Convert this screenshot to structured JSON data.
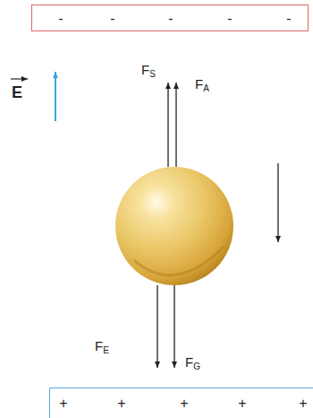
{
  "diagram": {
    "nodes": [
      {
        "text": [
          "-",
          "-",
          "-",
          "-",
          "-"
        ]
      },
      {
        "text": [
          "+",
          "+",
          "+",
          "+",
          "+"
        ]
      }
    ],
    "labels": [
      "E",
      "FS",
      "FA",
      "FE",
      "FG"
    ]
  }
}
